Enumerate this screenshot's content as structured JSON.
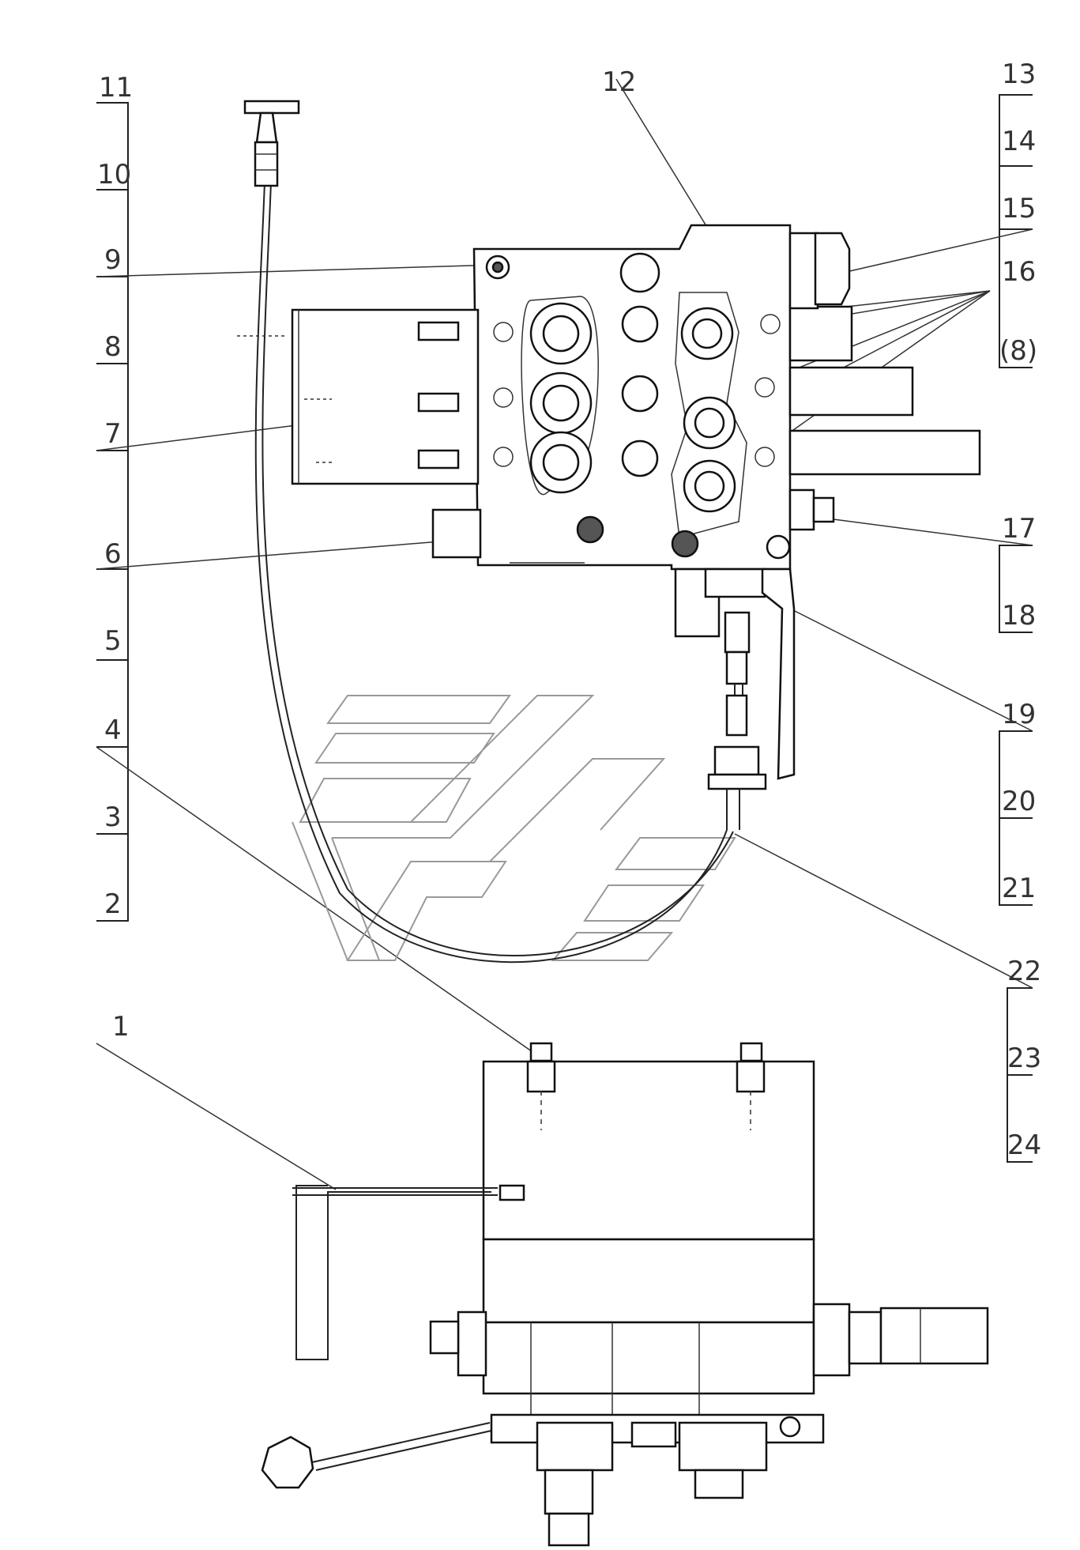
{
  "callouts": {
    "c1": "1",
    "c2": "2",
    "c3": "3",
    "c4": "4",
    "c5": "5",
    "c6": "6",
    "c7": "7",
    "c8": "8",
    "c9": "9",
    "c10": "10",
    "c11": "11",
    "c12": "12",
    "c13": "13",
    "c14": "14",
    "c15": "15",
    "c16": "16",
    "c18b": "(8)",
    "c17": "17",
    "c18": "18",
    "c19": "19",
    "c20": "20",
    "c21": "21",
    "c22": "22",
    "c23": "23",
    "c24": "24"
  }
}
